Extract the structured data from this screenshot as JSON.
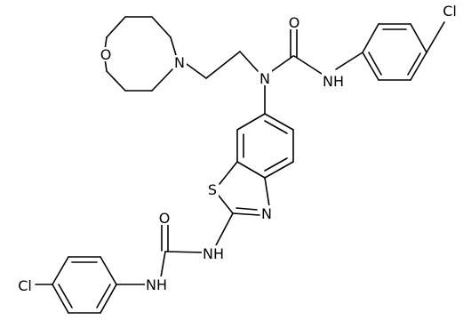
{
  "diagram": {
    "type": "chemical-structure",
    "colors": {
      "bond": "#000000",
      "text": "#000000",
      "background": "#ffffff"
    },
    "atom_labels": {
      "O_morpholine": "O",
      "N_morpholine": "N",
      "N_amine": "N",
      "O_carbonyl_top": "O",
      "NH_top": "NH",
      "Cl_top": "Cl",
      "S_thiazole": "S",
      "N_thiazole": "N",
      "O_carbonyl_bottom": "O",
      "NH_bottom_right": "NH",
      "NH_bottom_left": "NH",
      "Cl_bottom": "Cl"
    }
  }
}
